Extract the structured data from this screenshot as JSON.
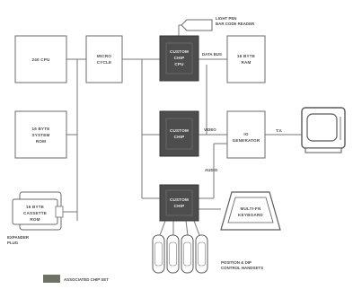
{
  "blocks": {
    "cpu": "240 CPU",
    "micro": [
      "MICRO",
      "CYCLE"
    ],
    "rom1": [
      "16 BYTE",
      "SYSTEM",
      "ROM"
    ],
    "rom2": [
      "16 BYTE",
      "CASSETTE",
      "ROM"
    ],
    "ram": [
      "16 BYTE",
      "RAM"
    ],
    "gen": [
      "IO",
      "GENERATOR"
    ],
    "keyboard": [
      "MULTI-FN",
      "KEYBOARD"
    ],
    "chip1": [
      "CUSTOM",
      "CHIP",
      "CPU"
    ],
    "chip2": [
      "CUSTOM",
      "CHIP"
    ],
    "chip3": [
      "CUSTOM",
      "CHIP"
    ],
    "lightpen": [
      "LIGHT PEN",
      "BAR CODE READER"
    ]
  },
  "buses": {
    "data_bus": "DATA BUS",
    "video": "VIDEO",
    "audio": "AUDIO",
    "tv_out": "T.V."
  },
  "captions": {
    "expander": [
      "EXPANDER",
      "PLUG"
    ],
    "handsets": [
      "POSITION & DIP",
      "CONTROL HANDSETS"
    ]
  },
  "legend": {
    "label": "ASSOCIATED CHIP SET",
    "color": "#6e7264"
  }
}
